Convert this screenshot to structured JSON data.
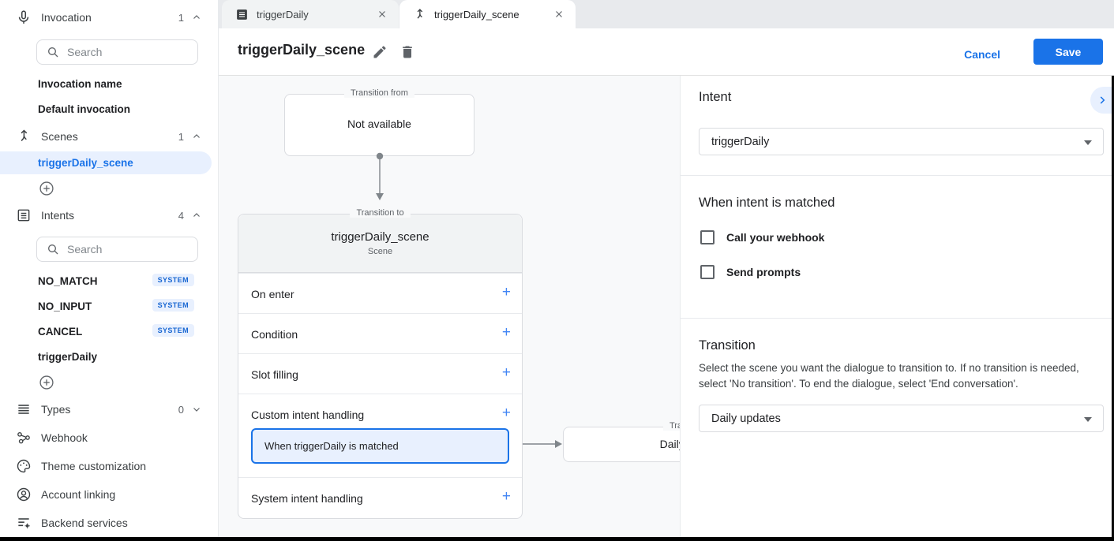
{
  "sidebar": {
    "invocation": {
      "label": "Invocation",
      "count": "1",
      "search_placeholder": "Search",
      "items": [
        {
          "label": "Invocation name"
        },
        {
          "label": "Default invocation"
        }
      ]
    },
    "scenes": {
      "label": "Scenes",
      "count": "1",
      "items": [
        {
          "label": "triggerDaily_scene",
          "selected": true
        }
      ]
    },
    "intents": {
      "label": "Intents",
      "count": "4",
      "search_placeholder": "Search",
      "items": [
        {
          "label": "NO_MATCH",
          "badge": "SYSTEM"
        },
        {
          "label": "NO_INPUT",
          "badge": "SYSTEM"
        },
        {
          "label": "CANCEL",
          "badge": "SYSTEM"
        },
        {
          "label": "triggerDaily",
          "badge": ""
        }
      ]
    },
    "types": {
      "label": "Types",
      "count": "0"
    },
    "links": [
      {
        "label": "Webhook"
      },
      {
        "label": "Theme customization"
      },
      {
        "label": "Account linking"
      },
      {
        "label": "Backend services"
      }
    ]
  },
  "tabs": [
    {
      "label": "triggerDaily",
      "active": false
    },
    {
      "label": "triggerDaily_scene",
      "active": true
    }
  ],
  "header": {
    "title": "triggerDaily_scene",
    "cancel_label": "Cancel",
    "save_label": "Save"
  },
  "canvas": {
    "transition_from": {
      "legend": "Transition from",
      "body": "Not available"
    },
    "transition_to": {
      "legend": "Transition to",
      "title": "triggerDaily_scene",
      "subtitle": "Scene",
      "add_glyph": "+",
      "rows": [
        {
          "label": "On enter"
        },
        {
          "label": "Condition"
        },
        {
          "label": "Slot filling"
        },
        {
          "label": "Custom intent handling",
          "child": "When triggerDaily is matched"
        },
        {
          "label": "System intent handling"
        }
      ]
    },
    "next_scene": {
      "legend": "Transition to",
      "body": "Daily updates"
    }
  },
  "panel": {
    "intent": {
      "heading": "Intent",
      "value": "triggerDaily"
    },
    "matched": {
      "heading": "When intent is matched",
      "checkboxes": [
        {
          "label": "Call your webhook",
          "checked": false
        },
        {
          "label": "Send prompts",
          "checked": false
        }
      ]
    },
    "transition": {
      "heading": "Transition",
      "description": "Select the scene you want the dialogue to transition to. If no transition is needed, select 'No transition'. To end the dialogue, select 'End conversation'.",
      "value": "Daily updates"
    }
  },
  "colors": {
    "accent": "#1a73e8",
    "selected_bg": "#e8f0fe",
    "badge_text": "#1967d2",
    "canvas_bg": "#f8f9fa"
  }
}
